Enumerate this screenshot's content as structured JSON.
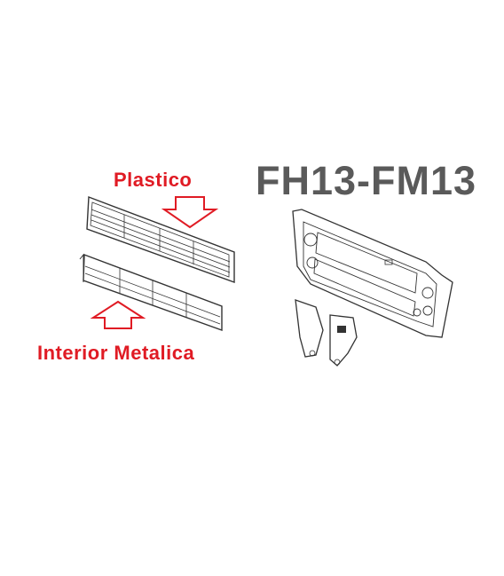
{
  "labels": {
    "plastic": "Plastico",
    "interior": "Interior Metalica",
    "model": "FH13-FM13"
  },
  "colors": {
    "label_red": "#e01b24",
    "model_gray": "#5a5a5a",
    "line": "#333333"
  }
}
